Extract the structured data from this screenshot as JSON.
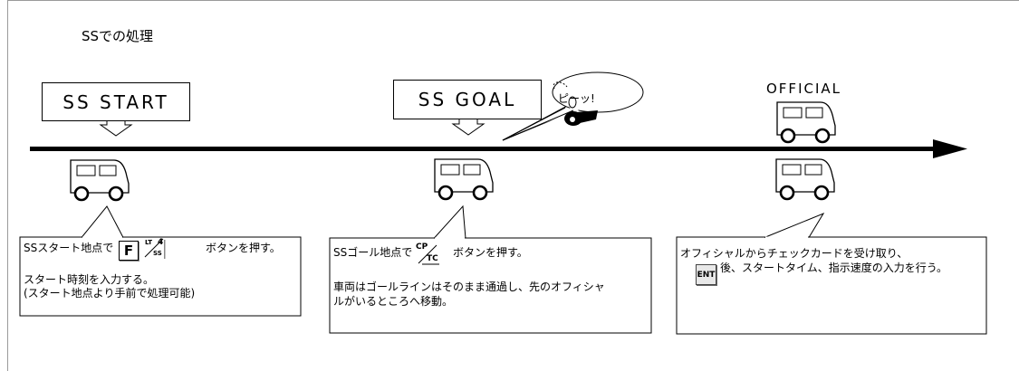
{
  "title": "SSでの処理",
  "signs": {
    "start": "SS START",
    "goal": "SS GOAL",
    "official": "OFFICIAL"
  },
  "whistle_bubble": "ピーッ!",
  "notes": {
    "start": {
      "line1_pre": "SSスタート地点で",
      "line1_post": "ボタンを押す。",
      "line2": "スタート時刻を入力する。",
      "line3": "(スタート地点より手前で処理可能)"
    },
    "goal": {
      "line1_pre": "SSゴール地点で",
      "line1_post": "ボタンを押す。",
      "line2": "車両はゴールラインはそのまま通過し、先のオフィシャ",
      "line3": "ルがいるところへ移動。"
    },
    "official": {
      "line1": "オフィシャルからチェックカードを受け取り、",
      "line2": "後、スタートタイム、指示速度の入力を行う。"
    }
  },
  "keys": {
    "f": "F",
    "lt": "LT",
    "lt_num": "4",
    "ss": "SS",
    "cp": "CP",
    "tc": "TC",
    "ent": "ENT"
  },
  "icons": [
    "van-icon",
    "whistle-icon",
    "arrow-icon"
  ]
}
